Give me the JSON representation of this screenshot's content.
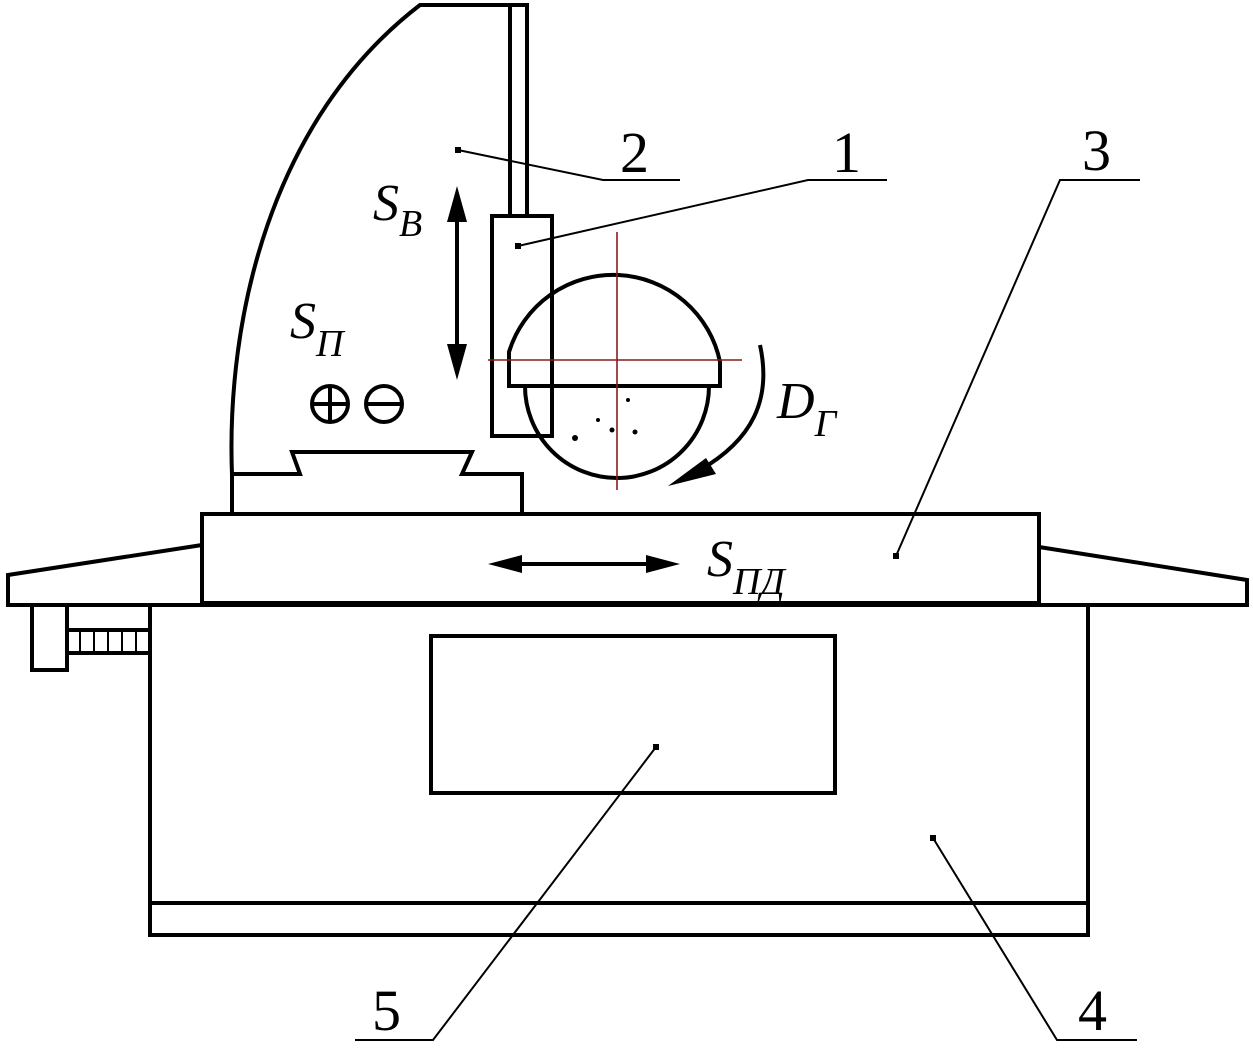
{
  "callouts": [
    {
      "id": "1",
      "text": "1"
    },
    {
      "id": "2",
      "text": "2"
    },
    {
      "id": "3",
      "text": "3"
    },
    {
      "id": "4",
      "text": "4"
    },
    {
      "id": "5",
      "text": "5"
    }
  ],
  "symbols": {
    "sv_main": "S",
    "sv_sub": "В",
    "sp_main": "S",
    "sp_sub": "П",
    "dg_main": "D",
    "dg_sub": "Г",
    "spd_main": "S",
    "spd_sub": "ПД",
    "feed_signs": "⊕⊖"
  },
  "colors": {
    "line": "#000000",
    "axis": "#8b1a1a",
    "background": "#ffffff"
  }
}
